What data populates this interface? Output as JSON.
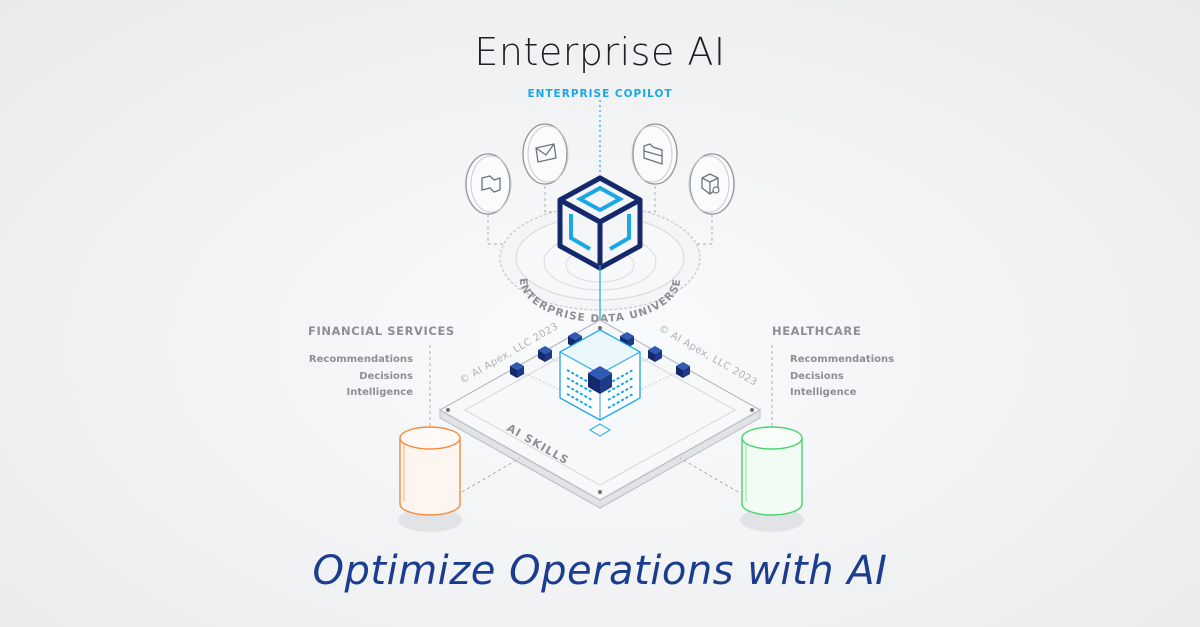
{
  "header": {
    "title": "Enterprise AI",
    "subtitle": "ENTERPRISE COPILOT"
  },
  "ring_label": "ENTERPRISE DATA UNIVERSE",
  "platform_label": "AI SKILLS",
  "copyright": "© AI Apex, LLC 2023",
  "sectors": {
    "financial": {
      "title": "FINANCIAL SERVICES",
      "items": [
        "Recommendations",
        "Decisions",
        "Intelligence"
      ],
      "color": "#f5893b"
    },
    "healthcare": {
      "title": "HEALTHCARE",
      "items": [
        "Recommendations",
        "Decisions",
        "Intelligence"
      ],
      "color": "#45d36a"
    }
  },
  "icons": [
    "route-map-icon",
    "envelope-icon",
    "folder-icon",
    "package-search-icon"
  ],
  "tagline": "Optimize Operations with AI",
  "colors": {
    "navy": "#1a3d8f",
    "accent_blue": "#19a8e6",
    "logo_navy": "#14296b",
    "gray_line": "#b4b8be",
    "gray_text": "#8c8f95"
  }
}
